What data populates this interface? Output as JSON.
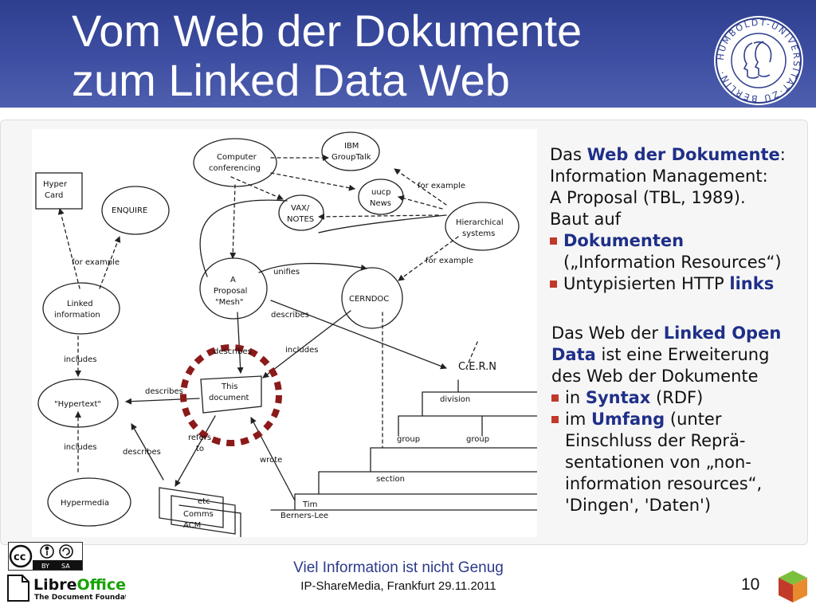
{
  "slide": {
    "title_line1": "Vom Web der Dokumente",
    "title_line2": "zum Linked Data Web",
    "page_number": "10",
    "footer_tagline": "Viel Information ist nicht Genug",
    "footer_event": "IP-ShareMedia, Frankfurt 29.11.2011"
  },
  "seal": {
    "ring_text": "HUMBOLDT-UNIVERSITÄT·ZU BERLIN·"
  },
  "license": {
    "by_label": "BY",
    "sa_label": "SA"
  },
  "libreoffice": {
    "name_libre": "Libre",
    "name_office": "Office",
    "foundation": "The Document Foundation"
  },
  "colors": {
    "header_blue": "#3e4ea2",
    "keyword_blue": "#1f2f88",
    "bullet_red": "#c0392b",
    "highlight_circle": "#8b1a1a"
  },
  "diagram": {
    "nodes": {
      "hypercard": [
        "Hyper",
        "Card"
      ],
      "enquire": "ENQUIRE",
      "computer_conferencing": [
        "Computer",
        "conferencing"
      ],
      "ibm_grouptalk": [
        "IBM",
        "GroupTalk"
      ],
      "vax_notes": [
        "VAX/",
        "NOTES"
      ],
      "uucp_news": [
        "uucp",
        "News"
      ],
      "hierarchical_systems": [
        "Hierarchical",
        "systems"
      ],
      "linked_information": [
        "Linked",
        "information"
      ],
      "proposal_mesh": [
        "A",
        "Proposal",
        "\"Mesh\""
      ],
      "cerndoc": "CERNDOC",
      "cern": "C.E.R.N",
      "hypertext": "\"Hypertext\"",
      "this_document": [
        "This",
        "document"
      ],
      "division": "division",
      "group_1": "group",
      "group_2": "group",
      "section": "section",
      "hypermedia": "Hypermedia",
      "etc": "etc",
      "comms_acm": [
        "Comms",
        "ACM"
      ],
      "tim": [
        "Tim",
        "Berners-Lee"
      ]
    },
    "edge_labels": {
      "forexample_1": "for example",
      "forexample_2": "for example",
      "forexample_3": "for example",
      "unifies": "unifies",
      "describes_1": "describes",
      "describes_2": "describes",
      "describes_3": "describes",
      "describes_4": "describes",
      "includes_1": "includes",
      "includes_2": "includes",
      "includes_3": "includes",
      "refers_to": [
        "refers",
        "to"
      ],
      "wrote": "wrote"
    }
  },
  "text": {
    "p1": {
      "l1_pre": "Das ",
      "l1_bold": "Web der Dokumente",
      "l1_post": ":",
      "l2": "Information Management:",
      "l3": "A Proposal  (TBL, 1989).",
      "l4": "Baut auf",
      "b1_bold": "Dokumenten",
      "b1_l2": "(„Information Resources“)",
      "b2_pre": "Untypisierten HTTP ",
      "b2_bold": "links"
    },
    "p2": {
      "l1_pre": "Das Web der ",
      "l1_bold": "Linked Open",
      "l2_bold": "Data",
      "l2_post": " ist eine Erweiterung",
      "l3": "des Web der Dokumente",
      "b1_pre": "in ",
      "b1_bold": "Syntax",
      "b1_post": " (RDF)",
      "b2_pre": "im ",
      "b2_bold": "Umfang",
      "b2_post": " (unter",
      "b2_l2": "Einschluss der Reprä-",
      "b2_l3": "sentationen von „non-",
      "b2_l4": "information resources“,",
      "b2_l5": "'Dingen', 'Daten')"
    }
  }
}
